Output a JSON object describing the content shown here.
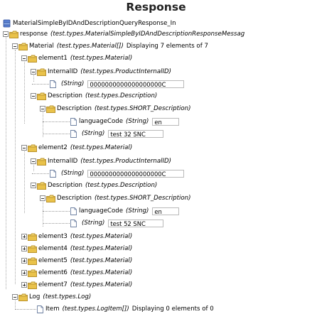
{
  "page": {
    "title": "Response"
  },
  "root": {
    "label": "MaterialSimpleByIDAndDescriptionQueryResponse_In"
  },
  "response": {
    "label": "response",
    "type": "(test.types.MaterialSimpleByIDAndDescriptionResponseMessag"
  },
  "material": {
    "label": "Material",
    "type": "(test.types.Material[])",
    "desc": "Displaying 7 elements of 7"
  },
  "element1": {
    "label": "element1",
    "type": "(test.types.Material)",
    "internal_id": {
      "label": "InternalID",
      "type": "(test.types.ProductInternalID)",
      "string_type": "(String)",
      "value": "0000000000000000000C"
    },
    "description": {
      "label": "Description",
      "type": "(test.types.Description)"
    },
    "short_description": {
      "label": "Description",
      "type": "(test.types.SHORT_Description)"
    },
    "language_code": {
      "label": "languageCode",
      "type": "(String)",
      "value": "en"
    },
    "desc_string": {
      "type": "(String)",
      "value": "test 32 SNC"
    }
  },
  "element2": {
    "label": "element2",
    "type": "(test.types.Material)",
    "internal_id": {
      "label": "InternalID",
      "type": "(test.types.ProductInternalID)",
      "string_type": "(String)",
      "value": "0000000000000000000C"
    },
    "description": {
      "label": "Description",
      "type": "(test.types.Description)"
    },
    "short_description": {
      "label": "Description",
      "type": "(test.types.SHORT_Description)"
    },
    "language_code": {
      "label": "languageCode",
      "type": "(String)",
      "value": "en"
    },
    "desc_string": {
      "type": "(String)",
      "value": "test 52 SNC"
    }
  },
  "collapsed": [
    {
      "label": "element3",
      "type": "(test.types.Material)"
    },
    {
      "label": "element4",
      "type": "(test.types.Material)"
    },
    {
      "label": "element5",
      "type": "(test.types.Material)"
    },
    {
      "label": "element6",
      "type": "(test.types.Material)"
    },
    {
      "label": "element7",
      "type": "(test.types.Material)"
    }
  ],
  "log": {
    "label": "Log",
    "type": "(test.types.Log)"
  },
  "item": {
    "label": "Item",
    "type": "(test.types.LogItem[])",
    "desc": "Displaying 0 elements of 0"
  },
  "colors": {
    "folder": "#e8c24a",
    "folder_dark": "#b8902a",
    "file": "#ffffff",
    "ws_icon": "#4a72c8"
  }
}
